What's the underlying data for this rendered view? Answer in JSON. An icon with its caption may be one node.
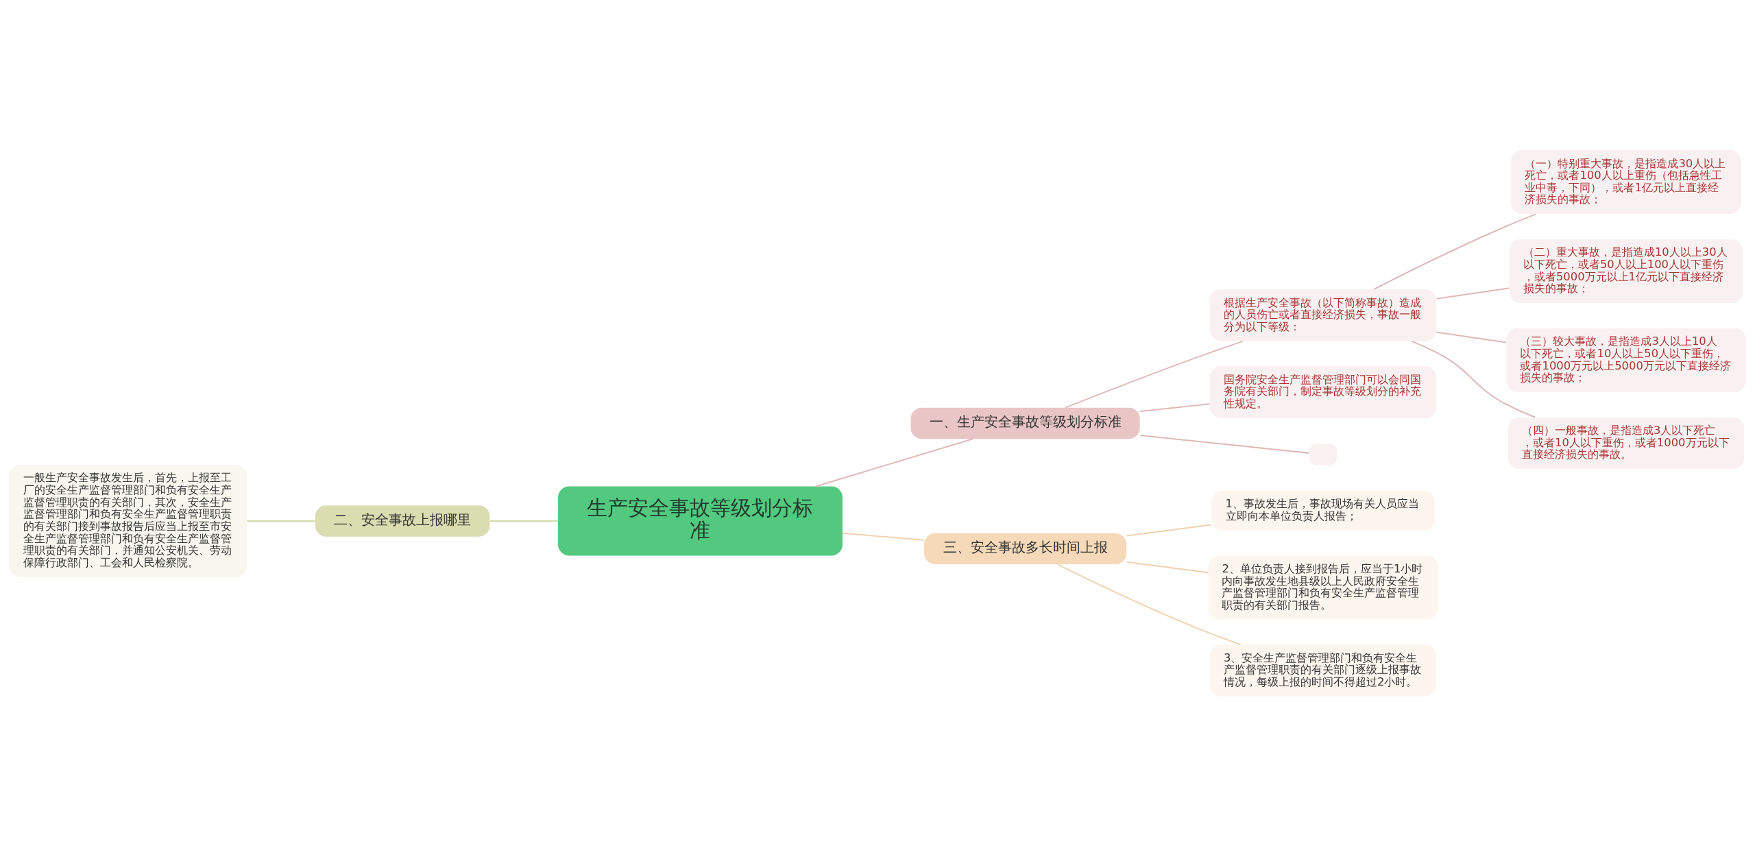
{
  "diagram": {
    "nodes": [
      {
        "text": [
          "生产安全事故等级划分标准"
        ]
      },
      {
        "text": [
          "一、生产安全事故等级划分标准"
        ]
      },
      {
        "text": [
          "根据生产安全事故（以下简称事故）造成的人员伤亡或者直接经济损失，事故一般分为以下等级："
        ]
      },
      {
        "text": [
          "（一）特别重大事故，是指造成30人以上死亡，或者100人以上重伤（包括急性工业中毒，下同），或者1亿元以上直接经济损失的事故；"
        ]
      },
      {
        "text": [
          "（二）重大事故，是指造成10人以上30人以下死亡，或者50人以上100人以下重伤，或者5000万元以上1亿元以下直接经济损失的事故；"
        ]
      },
      {
        "text": [
          "（三）较大事故，是指造成3人以上10人以下死亡，或者10人以上50人以下重伤，或者1000万元以上5000万元以下直接经济损失的事故；"
        ]
      },
      {
        "text": [
          "（四）一般事故，是指造成3人以下死亡，或者10人以下重伤，或者1000万元以下直接经济损失的事故。"
        ]
      },
      {
        "text": [
          "国务院安全生产监督管理部门可以会同国务院有关部门，制定事故等级划分的补充性规定。"
        ]
      },
      {
        "text": [],
        "shape": "box"
      },
      {
        "text": [
          "二、安全事故上报哪里"
        ]
      },
      {
        "text": [
          "一般生产安全事故发生后，首先，上报至工厂的安全生产监督管理部门和负有安全生产监督管理职责的有关部门，其次，安全生产监督管理部门和负有安全生产监督管理职责的有关部门接到事故报告后应当上报至市安全生产监督管理部门和负有安全生产监督管理职责的有关部门，并通知公安机关、劳动保障行政部门、工会和人民检察院。"
        ]
      },
      {
        "text": [
          "三、安全事故多长时间上报"
        ]
      },
      {
        "text": [
          "1、事故发生后，事故现场有关人员应当立即向本单位负责人报告；"
        ]
      },
      {
        "text": [
          "2、单位负责人接到报告后，应当于1小时内向事故发生地县级以上人民政府安全生产监督管理部门和负有安全生产监督管理职责的有关部门报告。"
        ]
      },
      {
        "text": [
          "3、安全生产监督管理部门和负有安全生产监督管理职责的有关部门逐级上报事故情况，每级上报的时间不得超过2小时。"
        ]
      }
    ],
    "edges": [
      {
        "from": 0,
        "to": 1,
        "arrow": "none"
      },
      {
        "from": 1,
        "to": 2,
        "arrow": "none"
      },
      {
        "from": 2,
        "to": 3,
        "arrow": "none"
      },
      {
        "from": 2,
        "to": 4,
        "arrow": "none"
      },
      {
        "from": 2,
        "to": 5,
        "arrow": "none"
      },
      {
        "from": 2,
        "to": 6,
        "arrow": "none"
      },
      {
        "from": 1,
        "to": 7,
        "arrow": "none"
      },
      {
        "from": 1,
        "to": 8,
        "arrow": "none"
      },
      {
        "from": 0,
        "to": 9,
        "arrow": "none",
        "color": "#d5d9a9"
      },
      {
        "from": 9,
        "to": 10,
        "arrow": "none",
        "color": "#d5d9a9"
      },
      {
        "from": 0,
        "to": 11,
        "arrow": "none",
        "color": "#efd3ae"
      },
      {
        "from": 11,
        "to": 12,
        "arrow": "none",
        "color": "#efd3ae"
      },
      {
        "from": 11,
        "to": 13,
        "arrow": "none",
        "color": "#efd3ae"
      },
      {
        "from": 11,
        "to": 14,
        "arrow": "none",
        "color": "#efd3ae"
      }
    ]
  }
}
